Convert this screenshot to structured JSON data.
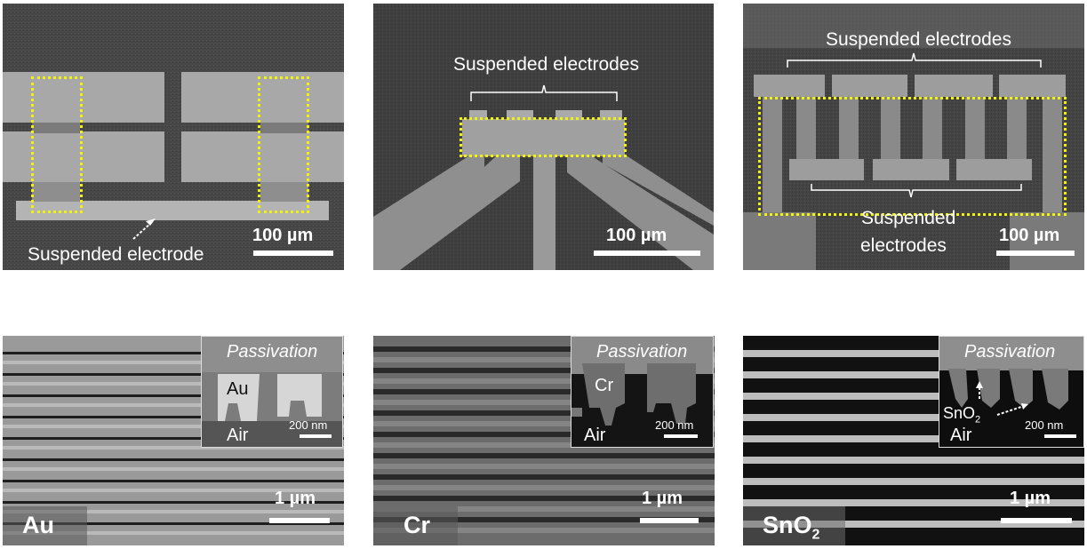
{
  "top_panels": {
    "panel1": {
      "caption": "Suspended electrode",
      "scale": "100 µm"
    },
    "panel2": {
      "caption": "Suspended electrodes",
      "scale": "100 µm"
    },
    "panel3": {
      "caption_top": "Suspended electrodes",
      "caption_bottom_line1": "Suspended",
      "caption_bottom_line2": "electrodes",
      "scale": "100 µm"
    }
  },
  "bottom_panels": {
    "au": {
      "material": "Au",
      "inset_title": "Passivation",
      "inset_top_label": "Au",
      "inset_bottom_label": "Air",
      "inset_scale": "200 nm",
      "scale": "1 µm"
    },
    "cr": {
      "material": "Cr",
      "inset_title": "Passivation",
      "inset_top_label": "Cr",
      "inset_bottom_label": "Air",
      "inset_scale": "200 nm",
      "scale": "1 µm"
    },
    "sno2": {
      "material_base": "SnO",
      "material_sub": "2",
      "inset_title": "Passivation",
      "inset_top_label_base": "SnO",
      "inset_top_label_sub": "2",
      "inset_bottom_label": "Air",
      "inset_scale": "200 nm",
      "scale": "1 µm"
    }
  },
  "colors": {
    "highlight_box": "#f2f20a",
    "scale_bar": "#ffffff"
  }
}
